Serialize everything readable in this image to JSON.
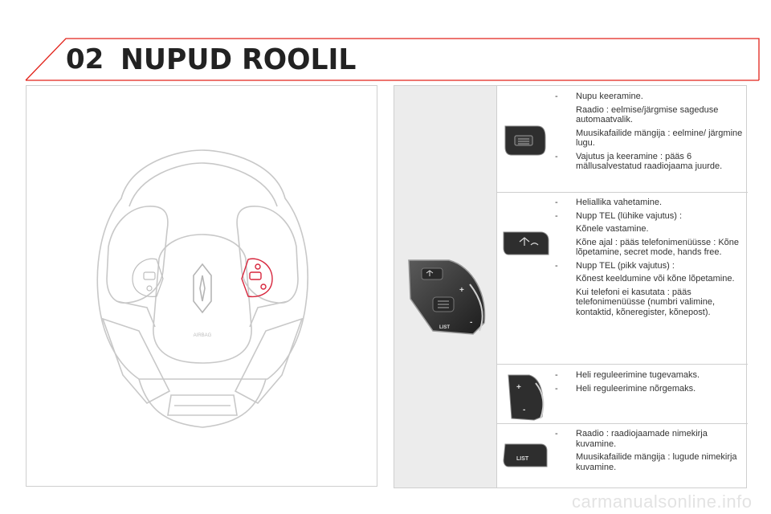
{
  "header": {
    "chapter_number": "02",
    "title": "NUPUD ROOLIL",
    "accent_color": "#e2231a"
  },
  "wheel_illustration": {
    "airbag_text": "AIRBAG"
  },
  "thumbnails": {
    "list_label": "LIST",
    "plus_label": "+",
    "minus_label": "-"
  },
  "rows": [
    {
      "items": [
        {
          "type": "bullet",
          "text": "Nupu keeramine."
        },
        {
          "type": "sub",
          "text": "Raadio : eelmise/järgmise sageduse automaatvalik."
        },
        {
          "type": "sub",
          "text": "Muusikafailide mängija : eelmine/ järgmine lugu."
        },
        {
          "type": "bullet",
          "text": "Vajutus ja keeramine : pääs 6 mällusalvestatud raadiojaama juurde."
        }
      ]
    },
    {
      "items": [
        {
          "type": "bullet",
          "text": "Heliallika vahetamine."
        },
        {
          "type": "bullet",
          "text": "Nupp TEL (lühike vajutus) :"
        },
        {
          "type": "sub",
          "text": "Kõnele vastamine."
        },
        {
          "type": "sub",
          "text": "Kõne ajal : pääs telefonimenüüsse : Kõne lõpetamine, secret mode, hands free."
        },
        {
          "type": "bullet",
          "text": "Nupp TEL (pikk vajutus) :"
        },
        {
          "type": "sub",
          "text": "Kõnest keeldumine või kõne lõpetamine."
        },
        {
          "type": "sub",
          "text": "Kui telefoni ei kasutata : pääs telefonimenüüsse (numbri valimine, kontaktid, kõneregister, kõnepost)."
        }
      ]
    },
    {
      "items": [
        {
          "type": "bullet",
          "text": "Heli reguleerimine tugevamaks."
        },
        {
          "type": "bullet",
          "text": "Heli reguleerimine nõrgemaks."
        }
      ]
    },
    {
      "items": [
        {
          "type": "bullet",
          "text": "Raadio : raadiojaamade nimekirja kuvamine."
        },
        {
          "type": "sub",
          "text": "Muusikafailide mängija : lugude nimekirja kuvamine."
        }
      ]
    }
  ],
  "bullet_dash": "-",
  "watermark": "carmanualsonline.info"
}
